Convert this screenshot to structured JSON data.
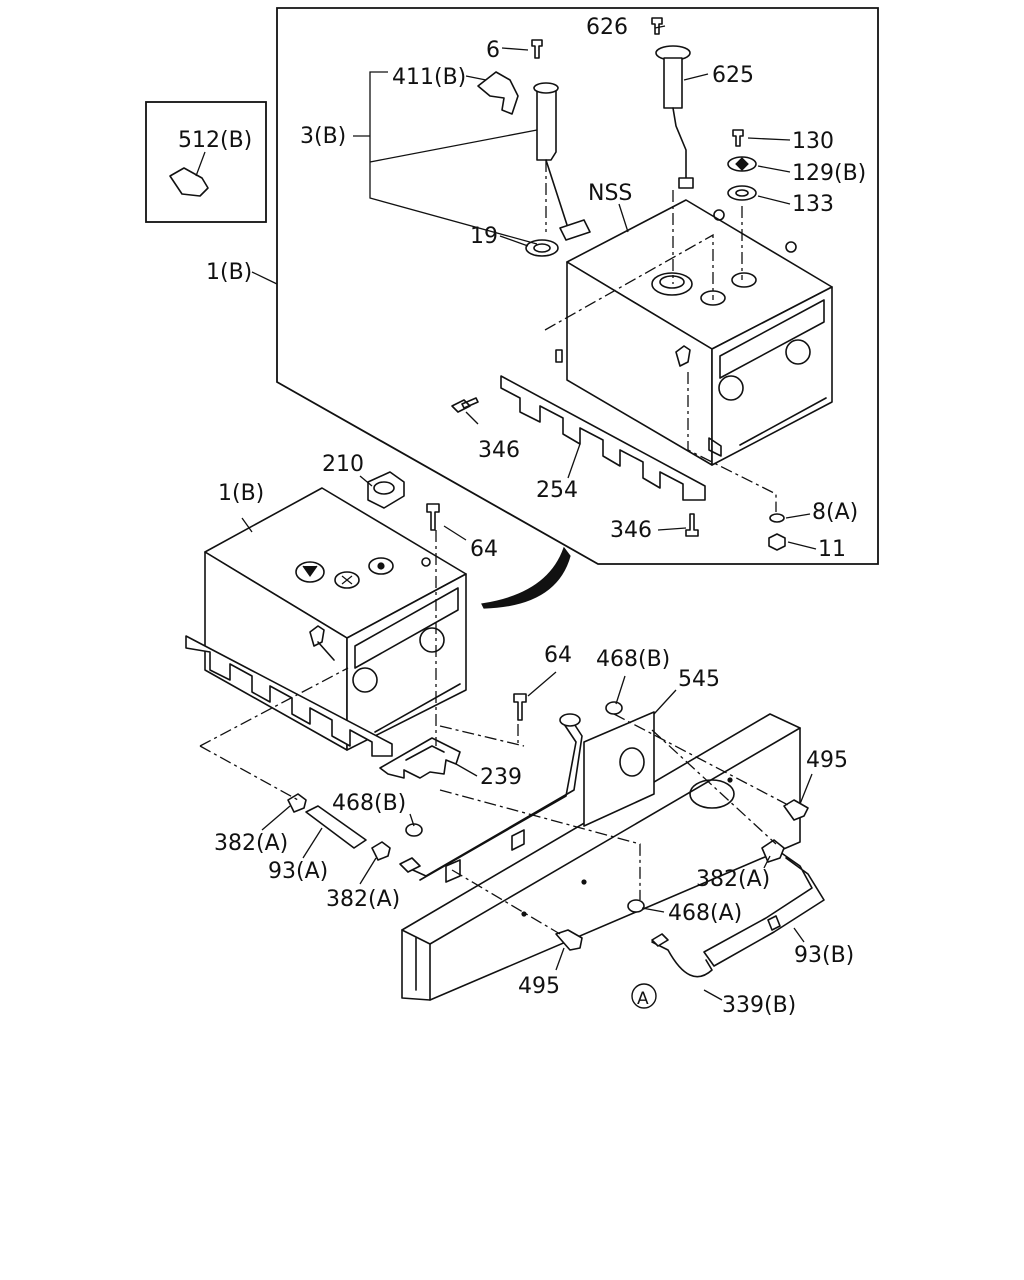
{
  "labels": {
    "l626": "626",
    "l6": "6",
    "l625": "625",
    "l411b": "411(B)",
    "l3b": "3(B)",
    "l512b": "512(B)",
    "l130": "130",
    "l129b": "129(B)",
    "l133": "133",
    "lnss": "NSS",
    "l19": "19",
    "l1b_top": "1(B)",
    "l346a": "346",
    "l254": "254",
    "l346b": "346",
    "l8a": "8(A)",
    "l11": "11",
    "l210": "210",
    "l1b_mid": "1(B)",
    "l64a": "64",
    "l64b": "64",
    "l468b_a": "468(B)",
    "l545": "545",
    "l495a": "495",
    "l239": "239",
    "l468b_b": "468(B)",
    "l382a_a": "382(A)",
    "l93a": "93(A)",
    "l382a_b": "382(A)",
    "l382a_c": "382(A)",
    "l468a": "468(A)",
    "l495b": "495",
    "l93b": "93(B)",
    "lcircle_a": "A",
    "l339b": "339(B)"
  },
  "colors": {
    "ink": "#111111",
    "paper": "#ffffff"
  }
}
